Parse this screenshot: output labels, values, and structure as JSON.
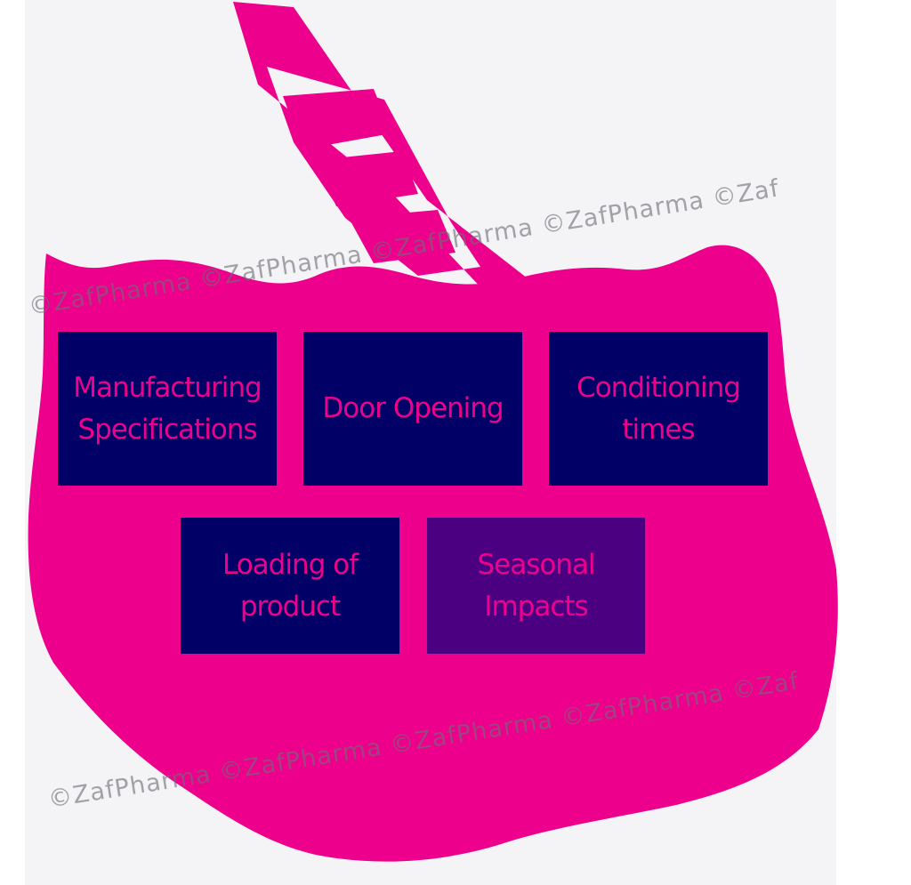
{
  "colors": {
    "ship": "#ec008c",
    "box_dark": "#000066",
    "box_purple": "#4b0082",
    "text": "#ec008c",
    "background": "#f4f3f6"
  },
  "boxes": [
    {
      "label": "Manufacturing\nSpecifications"
    },
    {
      "label": "Door Opening"
    },
    {
      "label": "Conditioning\ntimes"
    },
    {
      "label": "Loading of\nproduct"
    },
    {
      "label": "Seasonal\nImpacts"
    }
  ],
  "watermark": {
    "line_top": "©ZafPharma ©ZafPharma ©ZafPharma ©ZafPharma ©Zaf",
    "line_bottom": "©ZafPharma ©ZafPharma ©ZafPharma ©ZafPharma ©Zaf"
  }
}
